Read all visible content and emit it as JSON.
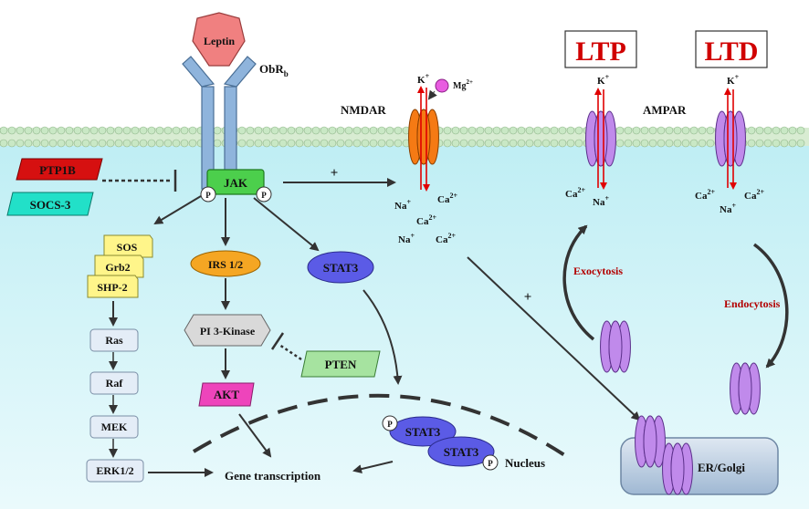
{
  "receptor": {
    "ligand": "Leptin",
    "name": "ObR",
    "sub": "b"
  },
  "inhibitors": {
    "ptp1b": "PTP1B",
    "socs3": "SOCS-3",
    "pten": "PTEN"
  },
  "jak": {
    "label": "JAK",
    "p": "P"
  },
  "adaptors": [
    "SOS",
    "Grb2",
    "SHP-2"
  ],
  "mapk": [
    "Ras",
    "Raf",
    "MEK",
    "ERK1/2"
  ],
  "pi3k_path": {
    "irs": "IRS 1/2",
    "pi3k": "PI 3-Kinase",
    "akt": "AKT"
  },
  "stat": {
    "stat3": "STAT3",
    "p": "P"
  },
  "nucleus": {
    "label": "Nucleus",
    "gene": "Gene transcription"
  },
  "channels": {
    "nmdar": "NMDAR",
    "ampar": "AMPAR",
    "k": "K",
    "k_sup": "+",
    "mg": "Mg",
    "mg_sup": "2+",
    "na": "Na",
    "na_sup": "+",
    "ca": "Ca",
    "ca_sup": "2+"
  },
  "plasticity": {
    "ltp": "LTP",
    "ltd": "LTD",
    "exocytosis": "Exocytosis",
    "endocytosis": "Endocytosis"
  },
  "er": "ER/Golgi",
  "signs": {
    "plus": "+"
  },
  "colors": {
    "cytoplasm": "#d6f4f8",
    "membrane": "#c9e8c5",
    "leptin": "#f08080",
    "receptor": "#8fb4dc",
    "jak": "#4ccf4c",
    "ptp1b": "#d61010",
    "socs3": "#22e0c8",
    "adaptor": "#fff58a",
    "mapk": "#e4edf7",
    "irs": "#f5a623",
    "pi3k": "#d9d9d9",
    "akt": "#ee44bb",
    "pten": "#a6e3a0",
    "stat3": "#5b5be6",
    "nmdar": "#f57a14",
    "ampar": "#c08aeb",
    "plasticity_text": "#d00000",
    "process_text": "#b30000",
    "er": "#b8cde3"
  }
}
